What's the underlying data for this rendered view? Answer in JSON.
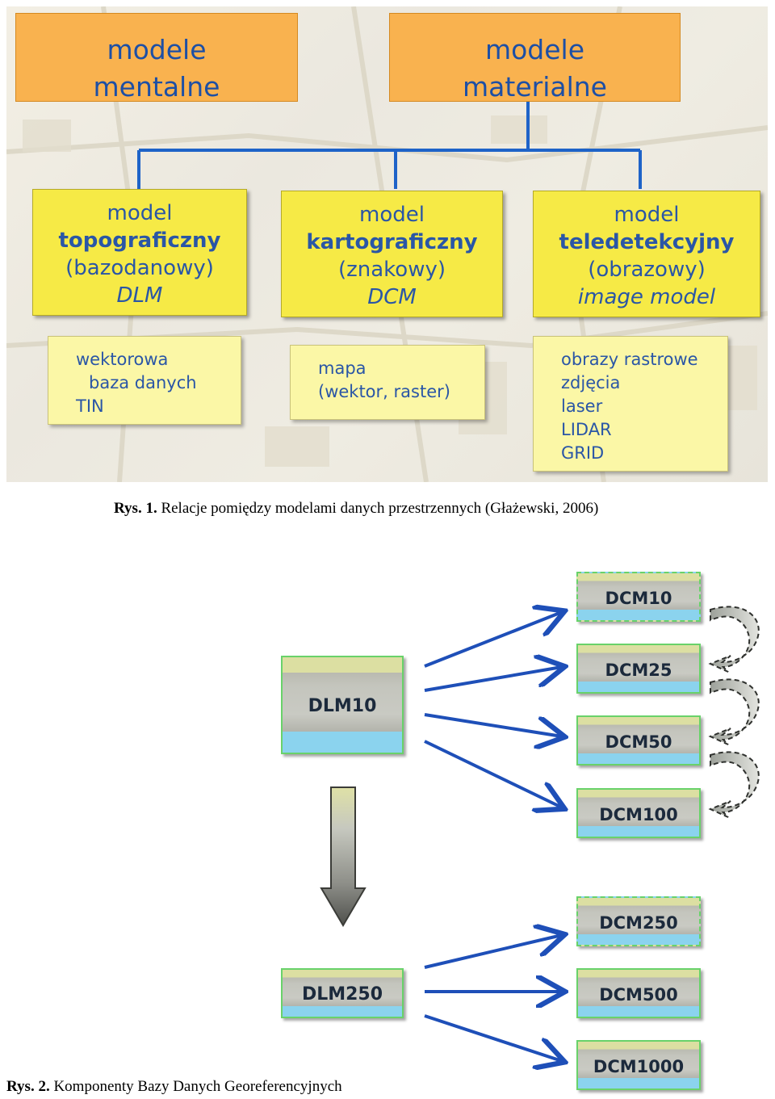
{
  "figure1": {
    "top_boxes": [
      {
        "line1": "modele",
        "line2": "mentalne"
      },
      {
        "line1": "modele",
        "line2": "materialne"
      }
    ],
    "models": [
      {
        "line1": "model",
        "line2": "topograficzny",
        "line3": "(bazodanowy)",
        "line4": "DLM"
      },
      {
        "line1": "model",
        "line2": "kartograficzny",
        "line3": "(znakowy)",
        "line4": "DCM"
      },
      {
        "line1": "model",
        "line2": "teledetekcyjny",
        "line3": "(obrazowy)",
        "line4": "image model"
      }
    ],
    "details": [
      {
        "lines": [
          "wektorowa",
          "baza danych",
          "TIN"
        ]
      },
      {
        "lines": [
          "mapa",
          "(wektor, raster)"
        ]
      },
      {
        "lines": [
          "obrazy rastrowe",
          "zdjęcia",
          "laser",
          "LIDAR",
          "GRID"
        ]
      }
    ]
  },
  "caption1": {
    "label": "Rys. 1.",
    "text": "Relacje pomiędzy modelami danych przestrzennych (Głażewski, 2006)"
  },
  "figure2": {
    "sources": [
      "DLM10",
      "DLM250"
    ],
    "targets_upper": [
      "DCM10",
      "DCM25",
      "DCM50",
      "DCM100"
    ],
    "targets_lower": [
      "DCM250",
      "DCM500",
      "DCM1000"
    ]
  },
  "caption2": {
    "label": "Rys. 2.",
    "text": "Komponenty Bazy Danych Georeferencyjnych"
  },
  "colors": {
    "orange": "#f9b24f",
    "yellow": "#f6ea46",
    "pale_yellow": "#fbf7a6",
    "text_blue": "#2a56a6",
    "connector_blue": "#1e63c8",
    "tile_border_green": "#69d26a"
  }
}
